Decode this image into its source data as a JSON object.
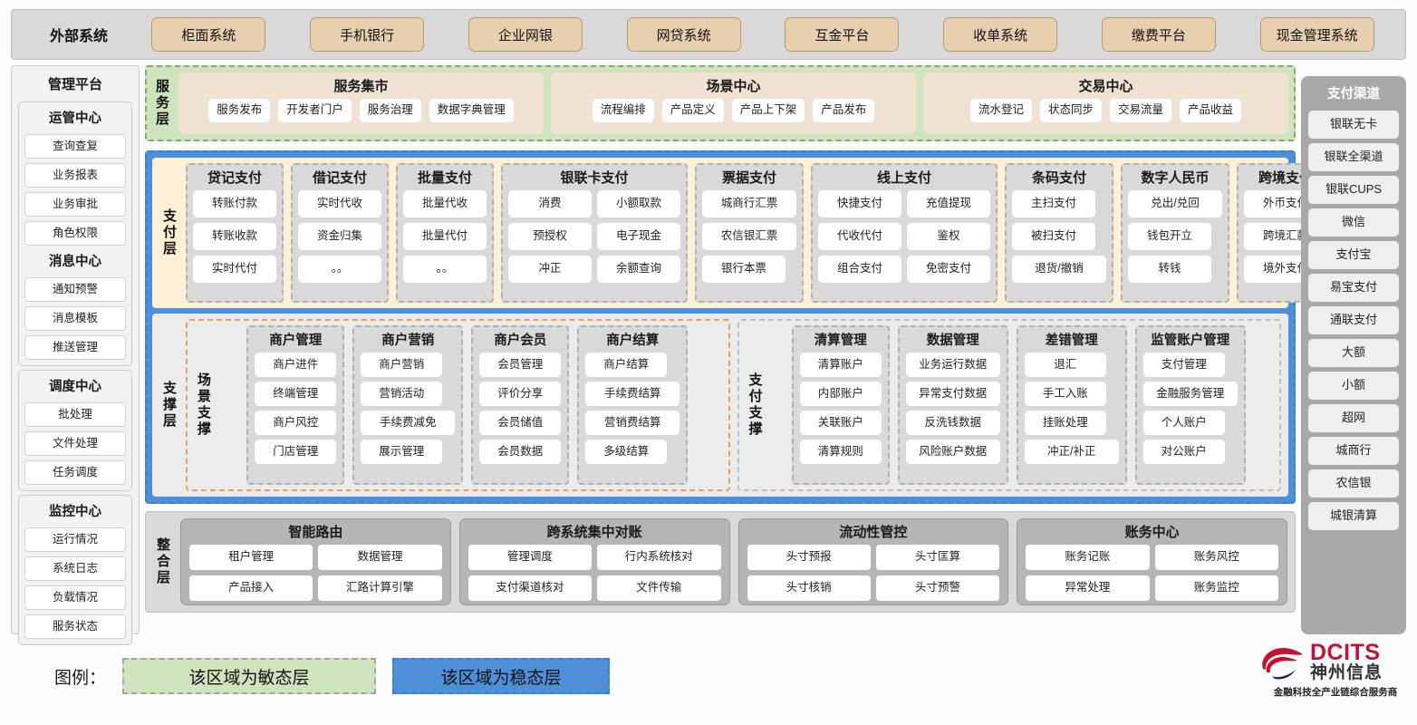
{
  "external": {
    "title": "外部系统",
    "items": [
      "柜面系统",
      "手机银行",
      "企业网银",
      "网贷系统",
      "互金平台",
      "收单系统",
      "缴费平台",
      "现金管理系统"
    ]
  },
  "admin": {
    "title": "管理平台",
    "groups": [
      {
        "title": "运管中心",
        "items": [
          "查询查复",
          "业务报表",
          "业务审批",
          "角色权限"
        ]
      },
      {
        "title": "消息中心",
        "items": [
          "通知预警",
          "消息模板",
          "推送管理"
        ]
      },
      {
        "title": "调度中心",
        "items": [
          "批处理",
          "文件处理",
          "任务调度"
        ]
      },
      {
        "title": "监控中心",
        "items": [
          "运行情况",
          "系统日志",
          "负载情况",
          "服务状态"
        ]
      }
    ]
  },
  "channels": {
    "title": "支付渠道",
    "items": [
      "银联无卡",
      "银联全渠道",
      "银联CUPS",
      "微信",
      "支付宝",
      "易宝支付",
      "通联支付",
      "大额",
      "小额",
      "超网",
      "城商行",
      "农信银",
      "城银清算"
    ]
  },
  "service_layer": {
    "label": "服务层",
    "groups": [
      {
        "title": "服务集市",
        "items": [
          "服务发布",
          "开发者门户",
          "服务治理",
          "数据字典管理"
        ]
      },
      {
        "title": "场景中心",
        "items": [
          "流程编排",
          "产品定义",
          "产品上下架",
          "产品发布"
        ]
      },
      {
        "title": "交易中心",
        "items": [
          "流水登记",
          "状态同步",
          "交易流量",
          "产品收益"
        ]
      }
    ]
  },
  "payment_layer": {
    "label": "支付层",
    "groups": [
      {
        "title": "贷记支付",
        "cols": [
          [
            "转账付款",
            "转账收款",
            "实时代付"
          ]
        ]
      },
      {
        "title": "借记支付",
        "cols": [
          [
            "实时代收",
            "资金归集",
            "。。"
          ]
        ]
      },
      {
        "title": "批量支付",
        "cols": [
          [
            "批量代收",
            "批量代付",
            "。。"
          ]
        ]
      },
      {
        "title": "银联卡支付",
        "cols": [
          [
            "消费",
            "预授权",
            "冲正"
          ],
          [
            "小额取款",
            "电子现金",
            "余额查询"
          ]
        ]
      },
      {
        "title": "票据支付",
        "cols": [
          [
            "城商行汇票",
            "农信银汇票",
            "银行本票"
          ]
        ]
      },
      {
        "title": "线上支付",
        "cols": [
          [
            "快捷支付",
            "代收代付",
            "组合支付"
          ],
          [
            "充值提现",
            "鉴权",
            "免密支付"
          ]
        ]
      },
      {
        "title": "条码支付",
        "cols": [
          [
            "主扫支付",
            "被扫支付",
            "退货/撤销"
          ]
        ]
      },
      {
        "title": "数字人民币",
        "cols": [
          [
            "兑出/兑回",
            "钱包开立",
            "转钱"
          ]
        ]
      },
      {
        "title": "跨境支付",
        "cols": [
          [
            "外币支付",
            "跨境汇款",
            "境外支付"
          ]
        ]
      }
    ]
  },
  "support_layer": {
    "label": "支撑层",
    "zones": [
      {
        "label": "场景支撑",
        "groups": [
          {
            "title": "商户管理",
            "items": [
              "商户进件",
              "终端管理",
              "商户风控",
              "门店管理"
            ]
          },
          {
            "title": "商户营销",
            "items": [
              "商户营销",
              "营销活动",
              "手续费减免",
              "展示管理"
            ]
          },
          {
            "title": "商户会员",
            "items": [
              "会员管理",
              "评价分享",
              "会员储值",
              "会员数据"
            ]
          },
          {
            "title": "商户结算",
            "items": [
              "商户结算",
              "手续费结算",
              "营销费结算",
              "多级结算"
            ]
          }
        ]
      },
      {
        "label": "支付支撑",
        "groups": [
          {
            "title": "清算管理",
            "items": [
              "清算账户",
              "内部账户",
              "关联账户",
              "清算规则"
            ]
          },
          {
            "title": "数据管理",
            "items": [
              "业务运行数据",
              "异常支付数据",
              "反洗钱数据",
              "风险账户数据"
            ]
          },
          {
            "title": "差错管理",
            "items": [
              "退汇",
              "手工入账",
              "挂账处理",
              "冲正/补正"
            ]
          },
          {
            "title": "监管账户管理",
            "items": [
              "支付管理",
              "金融服务管理",
              "个人账户",
              "对公账户"
            ]
          }
        ]
      }
    ]
  },
  "integration_layer": {
    "label": "整合层",
    "groups": [
      {
        "title": "智能路由",
        "items": [
          "租户管理",
          "数据管理",
          "产品接入",
          "汇路计算引擎"
        ]
      },
      {
        "title": "跨系统集中对账",
        "items": [
          "管理调度",
          "行内系统核对",
          "支付渠道核对",
          "文件传输"
        ]
      },
      {
        "title": "流动性管控",
        "items": [
          "头寸预报",
          "头寸匡算",
          "头寸核销",
          "头寸预警"
        ]
      },
      {
        "title": "账务中心",
        "items": [
          "账务记账",
          "账务风控",
          "异常处理",
          "账务监控"
        ]
      }
    ]
  },
  "legend": {
    "label": "图例：",
    "agile": "该区域为敏态层",
    "stable": "该区域为稳态层",
    "agile_color": "#cfe3bd",
    "stable_color": "#4d90d9"
  },
  "logo": {
    "en": "DCITS",
    "cn": "神州信息",
    "tagline": "金融科技全产业链综合服务商",
    "color": "#c8102e"
  }
}
